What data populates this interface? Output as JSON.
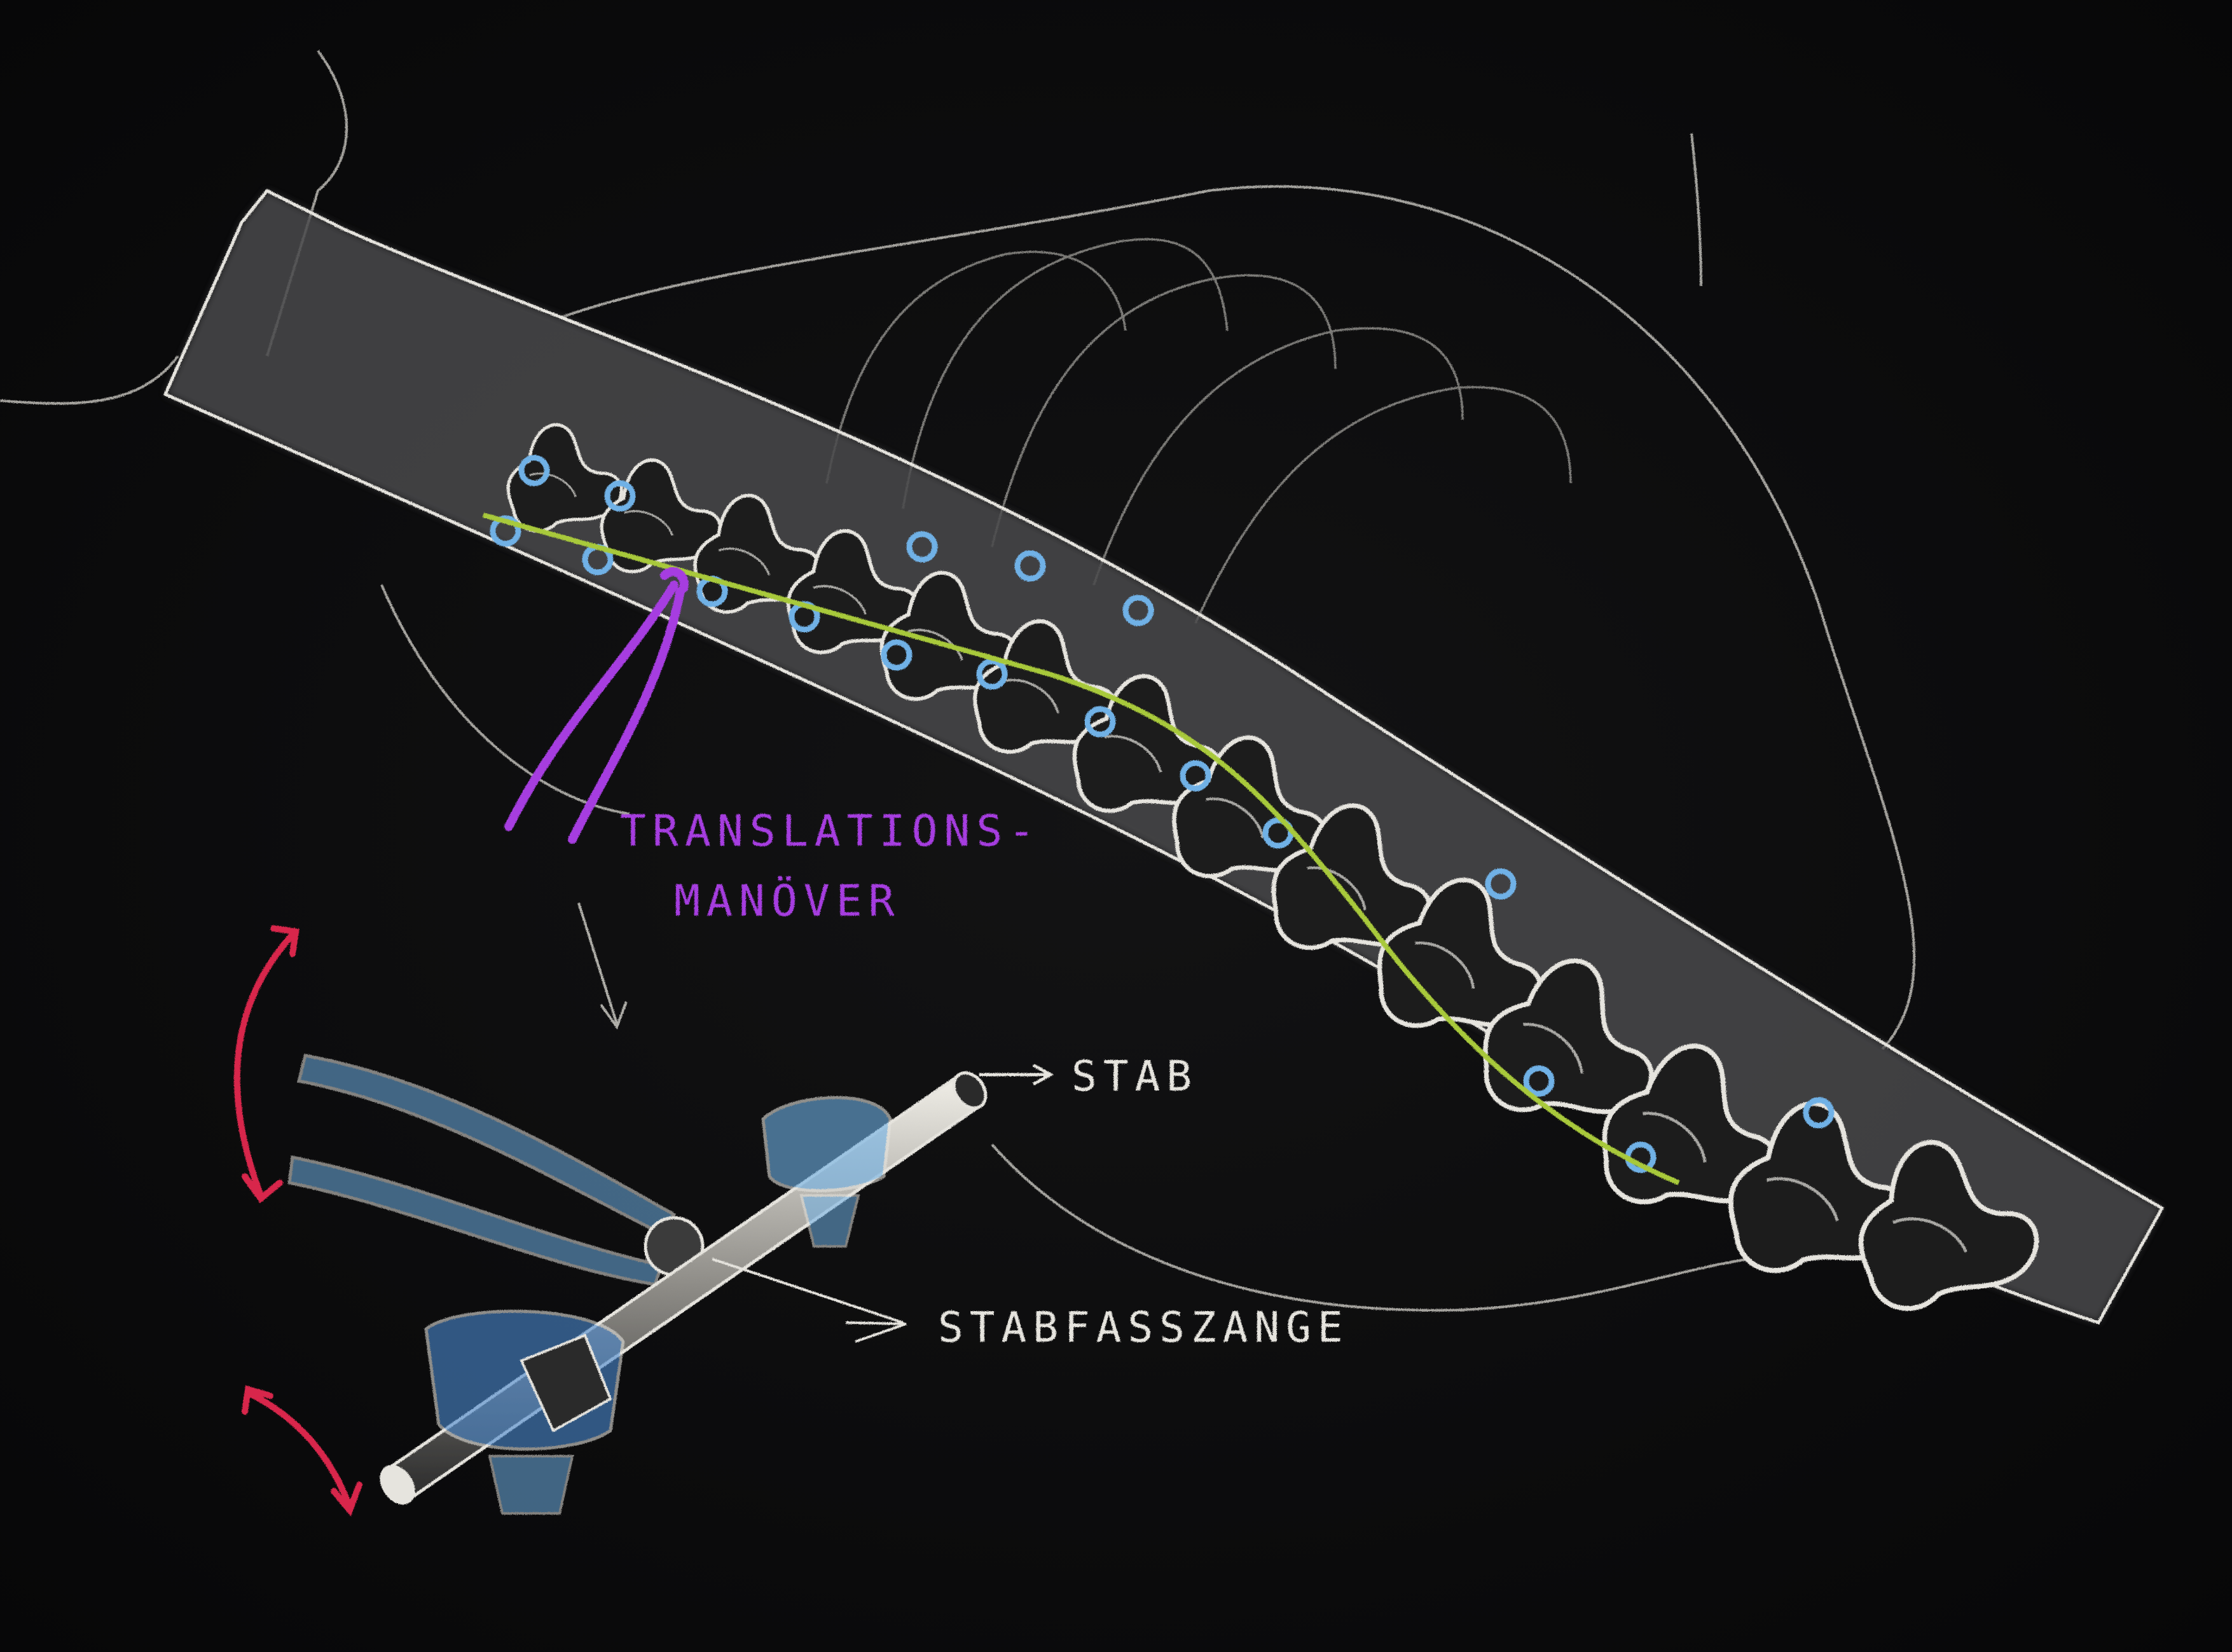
{
  "labels": {
    "translation_line1": "TRANSLATIONS-",
    "translation_line2": "MANÖVER",
    "rod": "STAB",
    "rod_gripper": "STABFASSZANGE"
  },
  "colors": {
    "board": "#0b0b0c",
    "chalk_white": "#e6e4de",
    "chalk_blue": "#6fb1e6",
    "chalk_purple": "#a63ee0",
    "chalk_green": "#a8c93a",
    "chalk_red": "#d8264c"
  },
  "icons": {
    "rotation_arrows": "curved-double-arrow-icon",
    "pointer_arrows": "arrow-right-icon"
  }
}
